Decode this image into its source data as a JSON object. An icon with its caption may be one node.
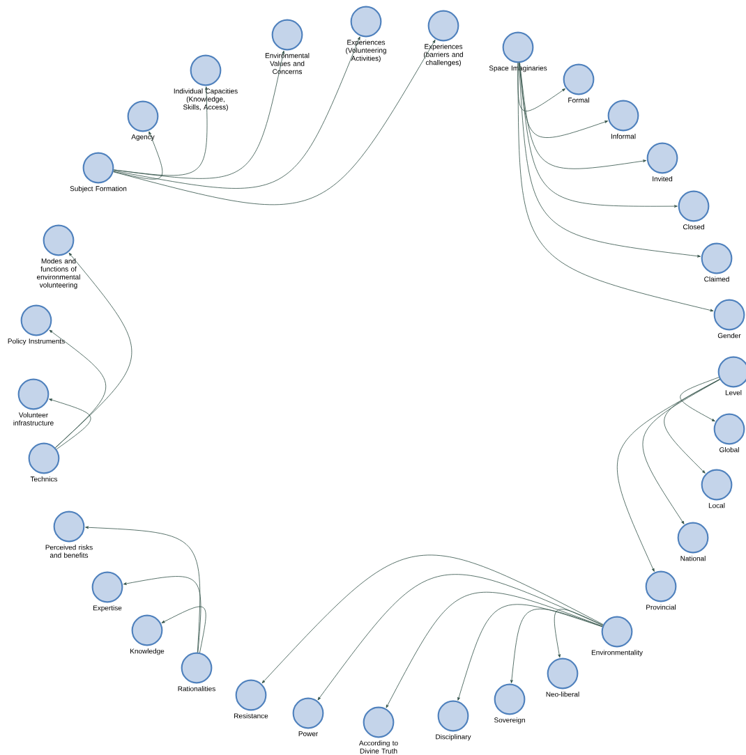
{
  "diagram": {
    "nodes": [
      {
        "text": [
          "Subject Formation"
        ]
      },
      {
        "text": [
          "Agency"
        ]
      },
      {
        "text": [
          "Individual Capacities (Knowledge, Skills, Access)"
        ]
      },
      {
        "text": [
          "Environmental Values and Concerns"
        ]
      },
      {
        "text": [
          "Experiences (Volunteering Activities)"
        ]
      },
      {
        "text": [
          "Experiences (barriers and challenges)"
        ]
      },
      {
        "text": [
          "Space Imaginaries"
        ]
      },
      {
        "text": [
          "Formal"
        ]
      },
      {
        "text": [
          "Informal"
        ]
      },
      {
        "text": [
          "Invited"
        ]
      },
      {
        "text": [
          "Closed"
        ]
      },
      {
        "text": [
          "Claimed"
        ]
      },
      {
        "text": [
          "Gender"
        ]
      },
      {
        "text": [
          "Level"
        ]
      },
      {
        "text": [
          "Global"
        ]
      },
      {
        "text": [
          "Local"
        ]
      },
      {
        "text": [
          "National"
        ]
      },
      {
        "text": [
          "Provincial"
        ]
      },
      {
        "text": [
          "Environmentality"
        ]
      },
      {
        "text": [
          "Neo-liberal"
        ]
      },
      {
        "text": [
          "Sovereign"
        ]
      },
      {
        "text": [
          "Disciplinary"
        ]
      },
      {
        "text": [
          "According to Divine Truth"
        ]
      },
      {
        "text": [
          "Power"
        ]
      },
      {
        "text": [
          "Resistance"
        ]
      },
      {
        "text": [
          "Rationalities"
        ]
      },
      {
        "text": [
          "Knowledge"
        ]
      },
      {
        "text": [
          "Expertise"
        ]
      },
      {
        "text": [
          "Perceived risks and benefits"
        ]
      },
      {
        "text": [
          "Technics"
        ]
      },
      {
        "text": [
          "Volunteer infrastructure"
        ]
      },
      {
        "text": [
          "Policy Instruments"
        ]
      },
      {
        "text": [
          "Modes and functions of environmental volunteering"
        ]
      }
    ],
    "edges": [
      {
        "from": 0,
        "to": 1,
        "arrow": "to"
      },
      {
        "from": 0,
        "to": 2,
        "arrow": "to"
      },
      {
        "from": 0,
        "to": 3,
        "arrow": "to"
      },
      {
        "from": 0,
        "to": 4,
        "arrow": "to"
      },
      {
        "from": 0,
        "to": 5,
        "arrow": "to"
      },
      {
        "from": 6,
        "to": 7,
        "arrow": "to"
      },
      {
        "from": 6,
        "to": 8,
        "arrow": "to"
      },
      {
        "from": 6,
        "to": 9,
        "arrow": "to"
      },
      {
        "from": 6,
        "to": 10,
        "arrow": "to"
      },
      {
        "from": 6,
        "to": 11,
        "arrow": "to"
      },
      {
        "from": 6,
        "to": 12,
        "arrow": "to"
      },
      {
        "from": 13,
        "to": 14,
        "arrow": "to"
      },
      {
        "from": 13,
        "to": 15,
        "arrow": "to"
      },
      {
        "from": 13,
        "to": 16,
        "arrow": "to"
      },
      {
        "from": 13,
        "to": 17,
        "arrow": "to"
      },
      {
        "from": 18,
        "to": 19,
        "arrow": "to"
      },
      {
        "from": 18,
        "to": 20,
        "arrow": "to"
      },
      {
        "from": 18,
        "to": 21,
        "arrow": "to"
      },
      {
        "from": 18,
        "to": 22,
        "arrow": "to"
      },
      {
        "from": 18,
        "to": 23,
        "arrow": "to"
      },
      {
        "from": 18,
        "to": 24,
        "arrow": "to"
      },
      {
        "from": 25,
        "to": 26,
        "arrow": "to"
      },
      {
        "from": 25,
        "to": 27,
        "arrow": "to"
      },
      {
        "from": 25,
        "to": 28,
        "arrow": "to"
      },
      {
        "from": 29,
        "to": 30,
        "arrow": "to"
      },
      {
        "from": 29,
        "to": 31,
        "arrow": "to"
      },
      {
        "from": 29,
        "to": 32,
        "arrow": "to"
      }
    ]
  }
}
